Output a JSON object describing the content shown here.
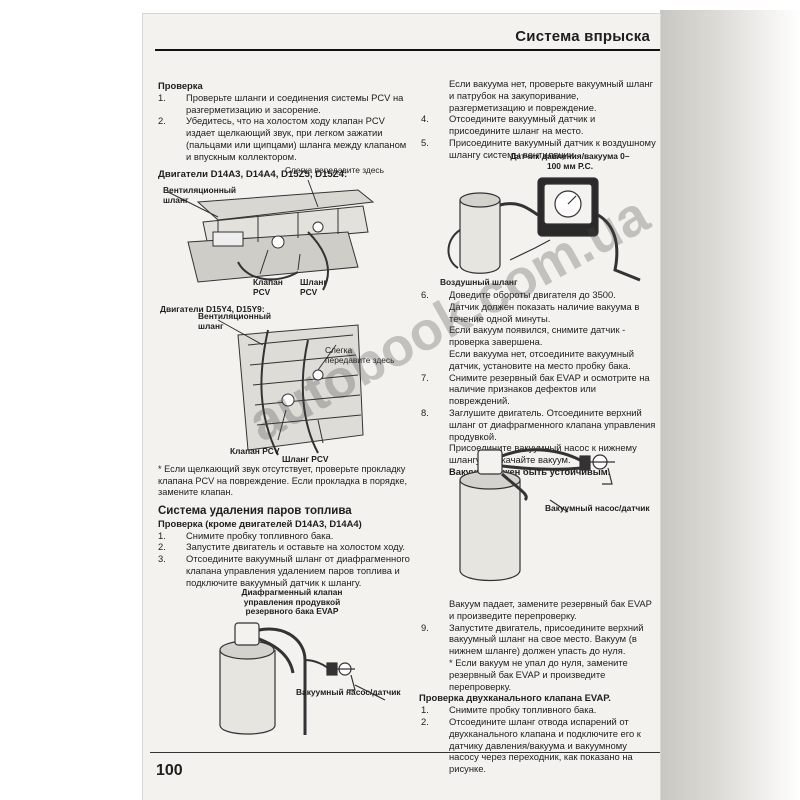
{
  "header": {
    "title": "Система впрыска"
  },
  "left": {
    "check_heading": "Проверка",
    "steps": [
      {
        "num": "1.",
        "text": "Проверьте шланги и соединения системы PCV на разгерметизацию и засорение."
      },
      {
        "num": "2.",
        "text": "Убедитесь, что на холостом ходу клапан PCV издает щелкающий звук, при легком зажатии (пальцами или щипцами) шланга между клапаном и впускным коллектором."
      }
    ],
    "engines_1": "Двигатели D14A3, D14A4, D15Z5, D15Z4:",
    "diagram1": {
      "label_listen": "Слегка передавите здесь",
      "label_vent_hose": "Вентиляционный шланг",
      "label_pcv_valve": "Клапан PCV",
      "label_pcv_hose": "Шланг PCV"
    },
    "engines_2": "Двигатели D15Y4, D15Y9:",
    "diagram2": {
      "label_vent_hose": "Вентиляционный шланг",
      "label_listen": "Слегка передавите здесь",
      "label_pcv_valve": "Клапан PCV",
      "label_pcv_hose": "Шланг PCV"
    },
    "note": "* Если щелкающий звук отсутствует, проверьте прокладку клапана PCV на повреждение. Если прокладка в порядке, замените клапан.",
    "evap_heading": "Система удаления паров топлива",
    "evap_check": "Проверка (кроме двигателей D14A3, D14A4)",
    "evap_steps": [
      {
        "num": "1.",
        "text": "Снимите пробку топливного бака."
      },
      {
        "num": "2.",
        "text": "Запустите двигатель и оставьте на холостом ходу."
      },
      {
        "num": "3.",
        "text": "Отсоедините вакуумный шланг от диафрагменного клапана управления удалением паров топлива и подключите вакуумный датчик к шлангу."
      }
    ],
    "diagram3": {
      "label_valve": "Диафрагменный клапан управления продувкой резервного бака EVAP",
      "label_pump": "Вакуумный насос/датчик"
    }
  },
  "right": {
    "steps_top": [
      {
        "num": "",
        "text": "Если вакуума нет, проверьте вакуумный шланг и патрубок на закупоривание, разгерметизацию и повреждение."
      },
      {
        "num": "4.",
        "text": "Отсоедините вакуумный датчик и присоедините шланг на место."
      },
      {
        "num": "5.",
        "text": "Присоедините вакуумный датчик к воздушному шлангу системы вентиляции."
      }
    ],
    "diagram4": {
      "label_gauge": "Датчик давления/вакуума 0–100 мм Р.С.",
      "label_air_hose": "Воздушный шланг"
    },
    "step6": [
      {
        "num": "6.",
        "text": "Доведите обороты двигателя до 3500."
      },
      {
        "num": "",
        "text": "Датчик должен показать наличие вакуума в течение одной минуты."
      },
      {
        "num": "",
        "text": "Если вакуум появился, снимите датчик - проверка завершена."
      },
      {
        "num": "",
        "text": "Если вакуума нет, отсоедините вакуумный датчик, установите на место пробку бака."
      },
      {
        "num": "7.",
        "text": "Снимите резервный бак EVAP и осмотрите на наличие признаков дефектов или повреждений."
      },
      {
        "num": "8.",
        "text": "Заглушите двигатель. Отсоедините верхний шланг от диафрагменного клапана управления продувкой."
      },
      {
        "num": "",
        "text": "Присоедините вакуумный насос к нижнему шлангу и накачайте вакуум."
      },
      {
        "num": "",
        "text": "Вакуум должен быть устойчивым."
      }
    ],
    "diagram5": {
      "label_pump": "Вакуумный насос/датчик"
    },
    "steps_bottom": [
      {
        "num": "",
        "text": "Вакуум падает, замените резервный бак EVAP и произведите перепроверку."
      },
      {
        "num": "9.",
        "text": "Запустите двигатель, присоедините верхний вакуумный шланг на свое место. Вакуум (в нижнем шланге) должен упасть до нуля."
      },
      {
        "num": "",
        "text": "* Если вакуум не упал до нуля, замените резервный бак EVAP и произведите перепроверку."
      }
    ],
    "dual_heading": "Проверка двухканального клапана EVAP.",
    "dual_steps": [
      {
        "num": "1.",
        "text": "Снимите пробку топливного бака."
      },
      {
        "num": "2.",
        "text": "Отсоедините шланг отвода испарений от двухканального клапана и подключите его к датчику давления/вакуума и вакуумному насосу через переходник, как показано на рисунке."
      }
    ]
  },
  "watermark": "autobook.com.ua",
  "page_number": "100"
}
